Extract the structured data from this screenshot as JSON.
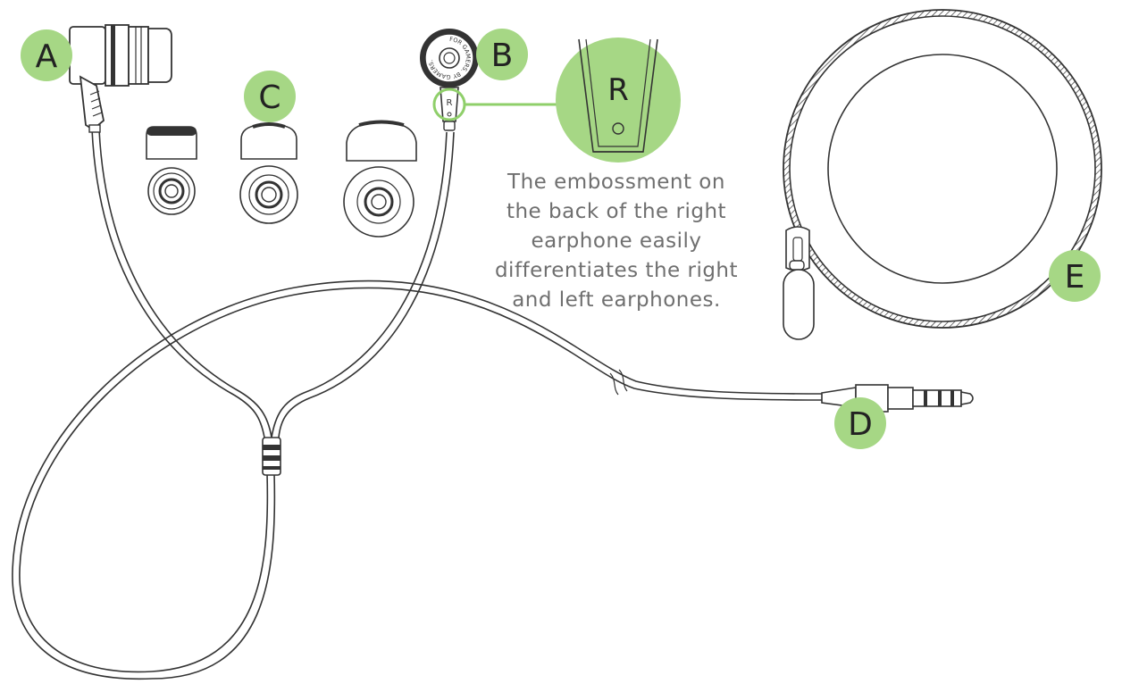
{
  "callouts": {
    "a": "A",
    "b": "B",
    "c": "C",
    "d": "D",
    "e": "E"
  },
  "earbud_emboss_text": "FOR GAMERS. BY GAMERS.",
  "earbud_marking": "R",
  "zoom_marking": "R",
  "caption_lines": [
    "The embossment on",
    "the back of the right",
    "earphone easily",
    "differentiates the right",
    "and left earphones."
  ],
  "colors": {
    "callout_fill": "#a6d785",
    "highlight_stroke": "#8fcf6a",
    "line": "#333333",
    "caption": "#6f6f6f"
  }
}
